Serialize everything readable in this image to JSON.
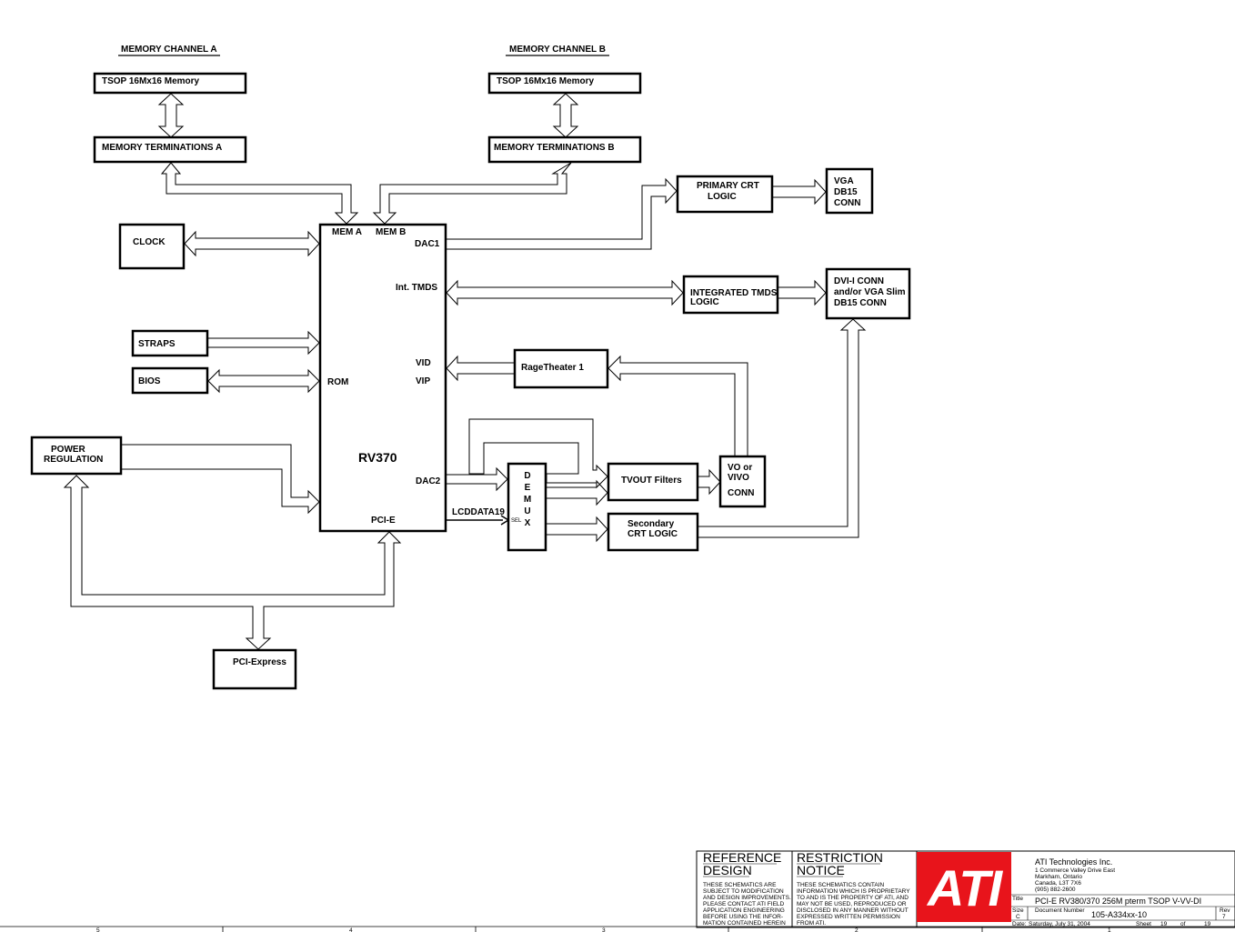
{
  "diagram": {
    "channel_a_title": "MEMORY CHANNEL A",
    "channel_b_title": "MEMORY CHANNEL B",
    "memory_a": "TSOP 16Mx16 Memory",
    "memory_b": "TSOP 16Mx16 Memory",
    "term_a": "MEMORY TERMINATIONS A",
    "term_b": "MEMORY TERMINATIONS B",
    "clock": "CLOCK",
    "straps": "STRAPS",
    "bios": "BIOS",
    "power_line1": "POWER",
    "power_line2": "REGULATION",
    "pci_express": "PCI-Express",
    "chip_name": "RV370",
    "pins": {
      "mem_a": "MEM A",
      "mem_b": "MEM B",
      "dac1": "DAC1",
      "tmds": "Int. TMDS",
      "vid": "VID",
      "vip": "VIP",
      "rom": "ROM",
      "dac2": "DAC2",
      "pcie": "PCI-E"
    },
    "primary_crt_line1": "PRIMARY CRT",
    "primary_crt_line2": "LOGIC",
    "vga_line1": "VGA",
    "vga_line2": "DB15",
    "vga_line3": "CONN",
    "tmds_logic_line1": "INTEGRATED TMDS",
    "tmds_logic_line2": "LOGIC",
    "dvi_line1": "DVI-I CONN",
    "dvi_line2": "and/or VGA Slim",
    "dvi_line3": "DB15 CONN",
    "rage_theater": "RageTheater 1",
    "demux_letters": [
      "D",
      "E",
      "M",
      "U",
      "X"
    ],
    "demux_sel": "SEL",
    "lcddata": "LCDDATA19",
    "tvout": "TVOUT Filters",
    "vo_line1": "VO or",
    "vo_line2": "VIVO",
    "vo_line3": "CONN",
    "secondary_line1": "Secondary",
    "secondary_line2": "CRT LOGIC"
  },
  "title_block": {
    "ref_line1": "REFERENCE",
    "ref_line2": "DESIGN",
    "ref_notice": [
      "THESE SCHEMATICS ARE",
      "SUBJECT TO MODIFICATION",
      "AND DESIGN IMPROVEMENTS.",
      "PLEASE CONTACT ATI FIELD",
      "APPLICATION ENGINEERING",
      "BEFORE USING THE INFOR-",
      "MATION CONTAINED HEREIN"
    ],
    "restr_line1": "RESTRICTION",
    "restr_line2": "NOTICE",
    "restr_notice": [
      "THESE SCHEMATICS CONTAIN",
      "INFORMATION WHICH IS PROPRIETARY",
      "TO AND IS THE PROPERTY OF ATI, AND",
      "MAY NOT BE USED, REPRODUCED OR",
      "DISCLOSED IN ANY MANNER WITHOUT",
      "EXPRESSED WRITTEN PERMISSION",
      "FROM ATI."
    ],
    "logo_text": "ATI",
    "company": "ATI Technologies Inc.",
    "address": [
      "1 Commerce Valley Drive East",
      "Markham, Ontario",
      "Canada, L3T 7X6",
      "(905) 882-2600"
    ],
    "title_label": "Title",
    "title": "PCI-E RV380/370 256M pterm TSOP V-VV-DI",
    "size_label": "Size",
    "size": "C",
    "docnum_label": "Document Number",
    "docnum": "105-A334xx-10",
    "rev_label": "Rev",
    "rev": "7",
    "date_label": "Date:",
    "date": "Saturday, July 31, 2004",
    "sheet_label": "Sheet",
    "sheet": "19",
    "of_label": "of",
    "total": "19"
  },
  "border_ticks": [
    "5",
    "4",
    "3",
    "2",
    "1"
  ],
  "colors": {
    "logo_red": "#e8141b"
  }
}
